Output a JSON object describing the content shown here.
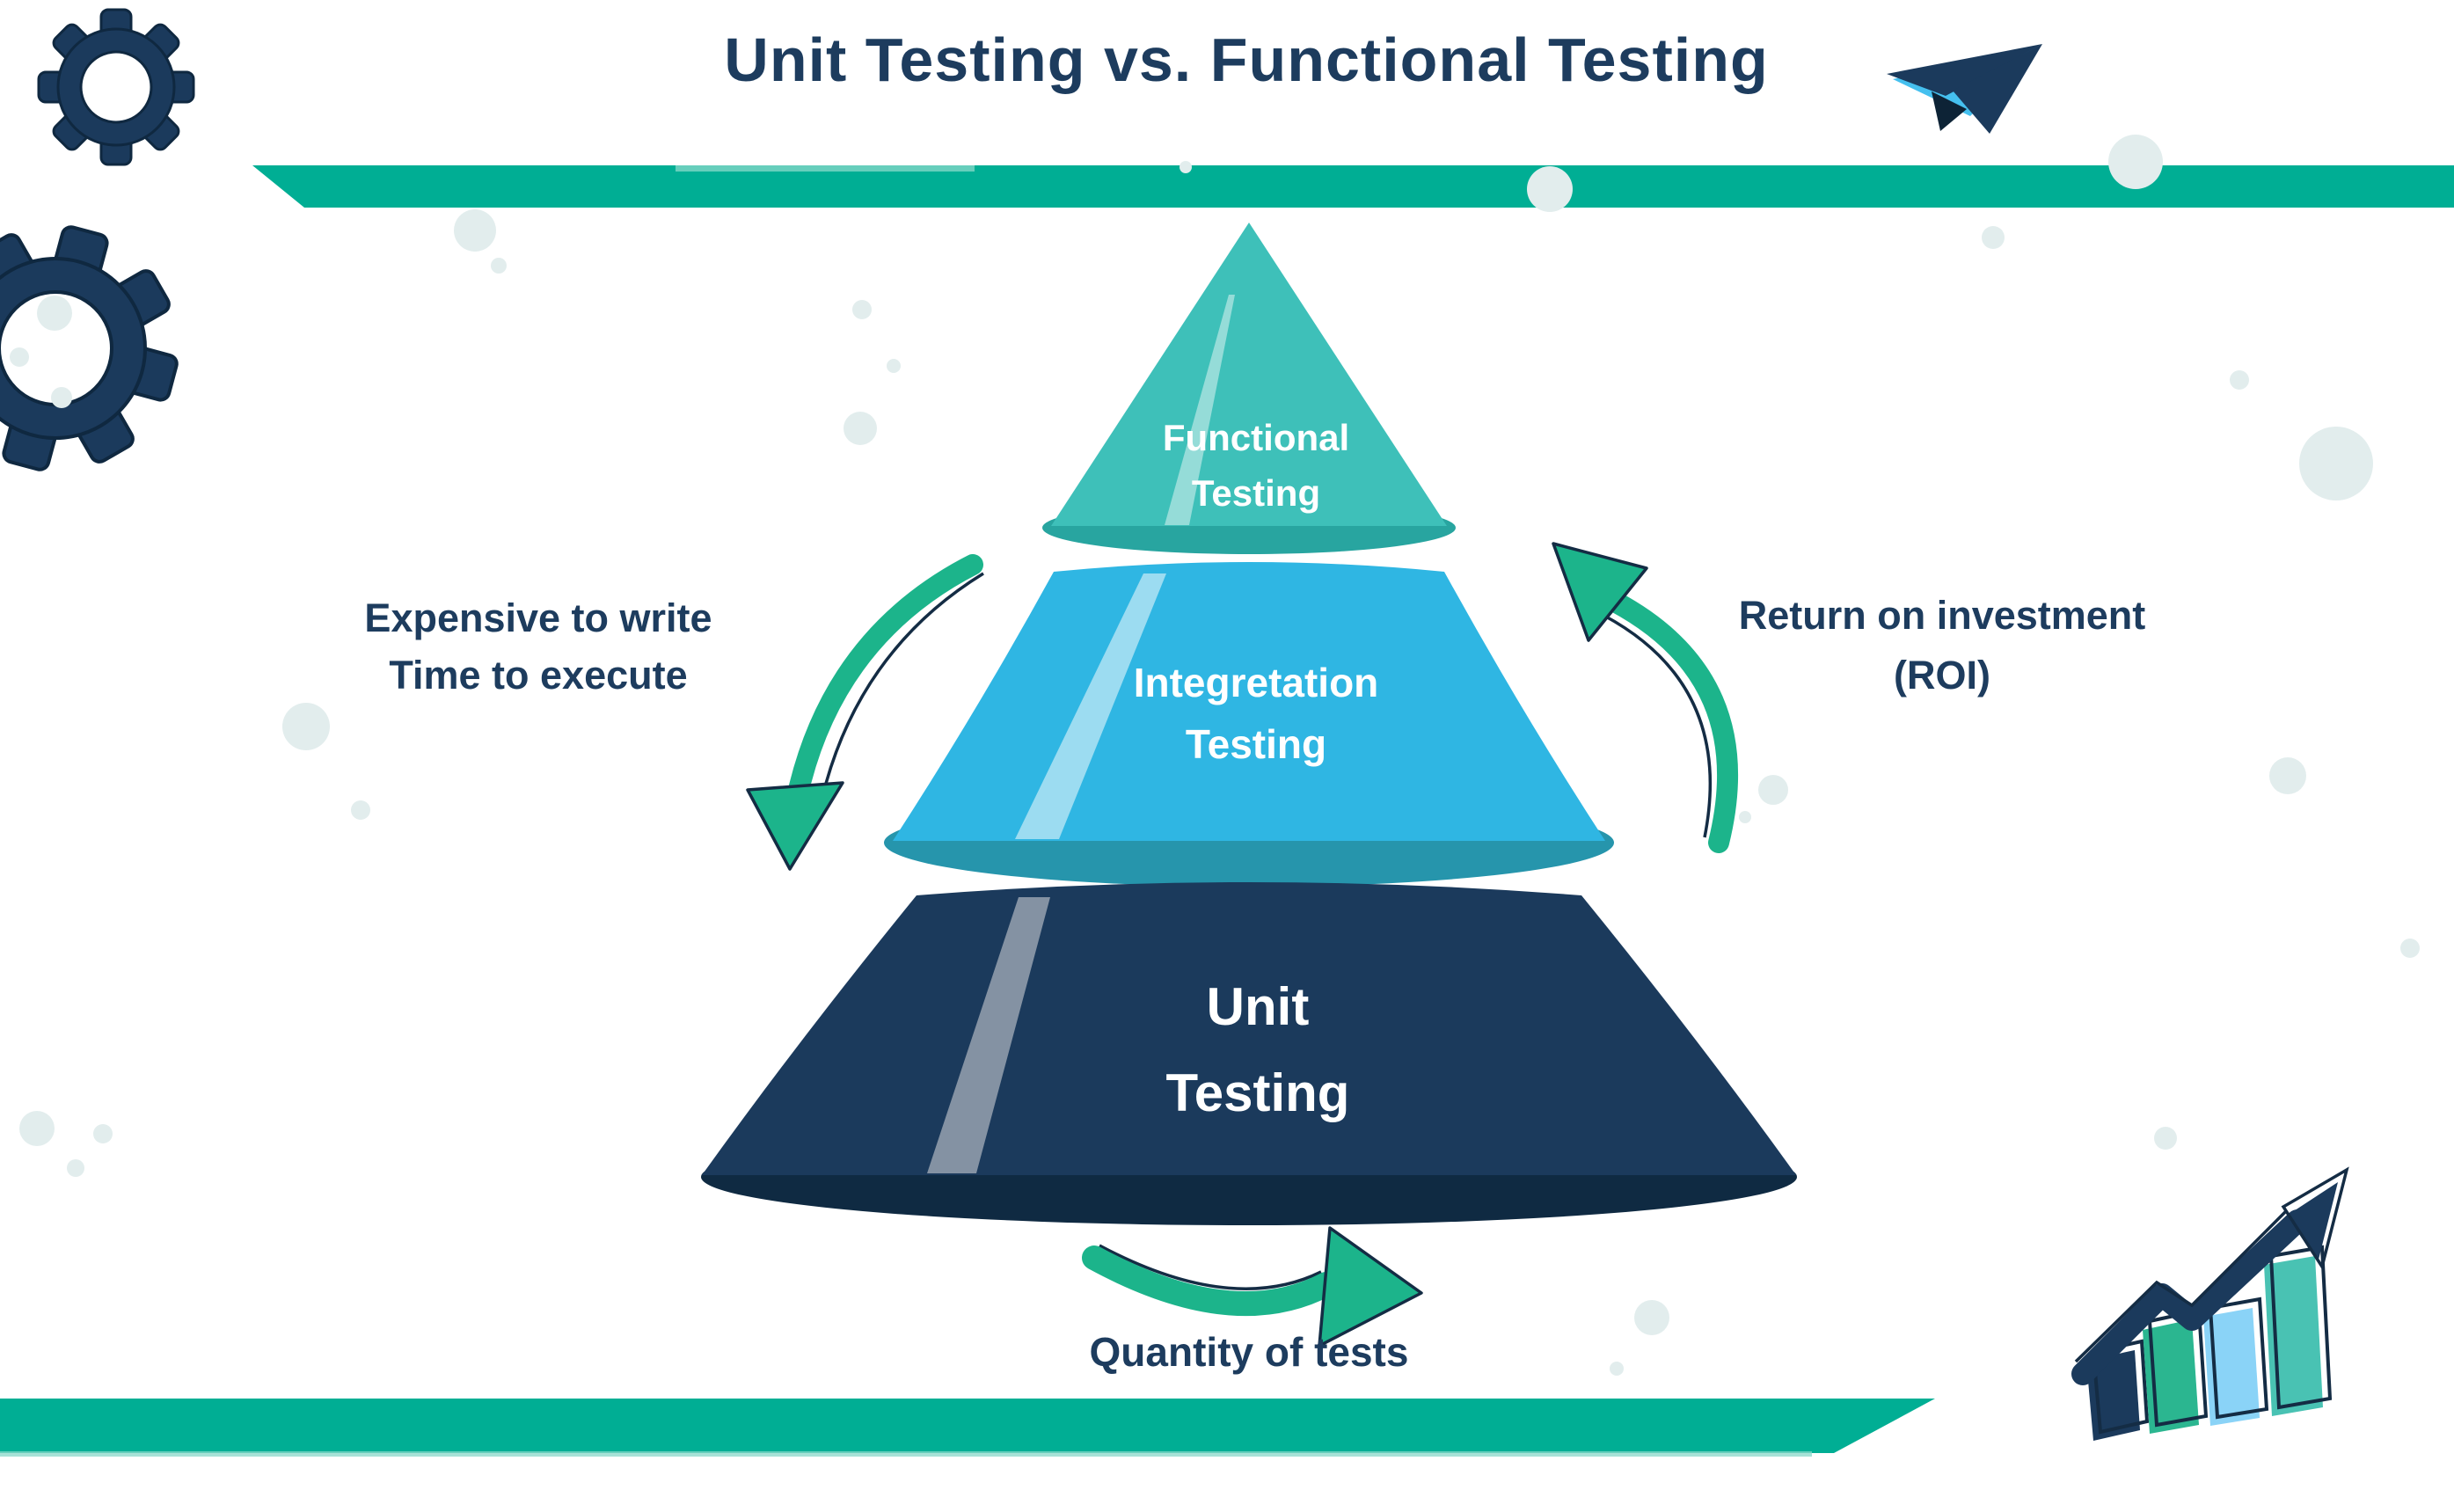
{
  "title": "Unit Testing vs. Functional Testing",
  "colors": {
    "ribbon": "#00ae94",
    "ribbon_light": "#8ad8c9",
    "arrow_green": "#1cb48b",
    "navy": "#1b3a5c",
    "navy_dark": "#0d2336",
    "light_blue": "#45c0ef",
    "pale_circle": "#e2eded",
    "text_dark": "#1d3c5e",
    "text_light": "#ffffff"
  },
  "pyramid": {
    "layers": [
      {
        "label_line1": "Functional",
        "label_line2": "Testing",
        "color": "#3ec0b9",
        "base_color": "#28a5a0",
        "highlight": "#ffffff"
      },
      {
        "label_line1": "Integretation",
        "label_line2": "Testing",
        "color": "#2fb6e3",
        "base_color": "#2695ac",
        "highlight": "#a8e0f2"
      },
      {
        "label_line1": "Unit",
        "label_line2": "Testing",
        "color": "#1b3a5c",
        "base_color": "#0f2a42",
        "highlight": "#8a97a7"
      }
    ]
  },
  "labels": {
    "left": {
      "line1": "Expensive to write",
      "line2": "Time to execute"
    },
    "right": {
      "line1": "Return on investment",
      "line2": "(ROI)"
    },
    "bottom": "Quantity of tests"
  },
  "chart_icon": {
    "bar_colors": [
      "#1b3a5c",
      "#2bb690",
      "#8ad3f7",
      "#49c2b3"
    ]
  }
}
